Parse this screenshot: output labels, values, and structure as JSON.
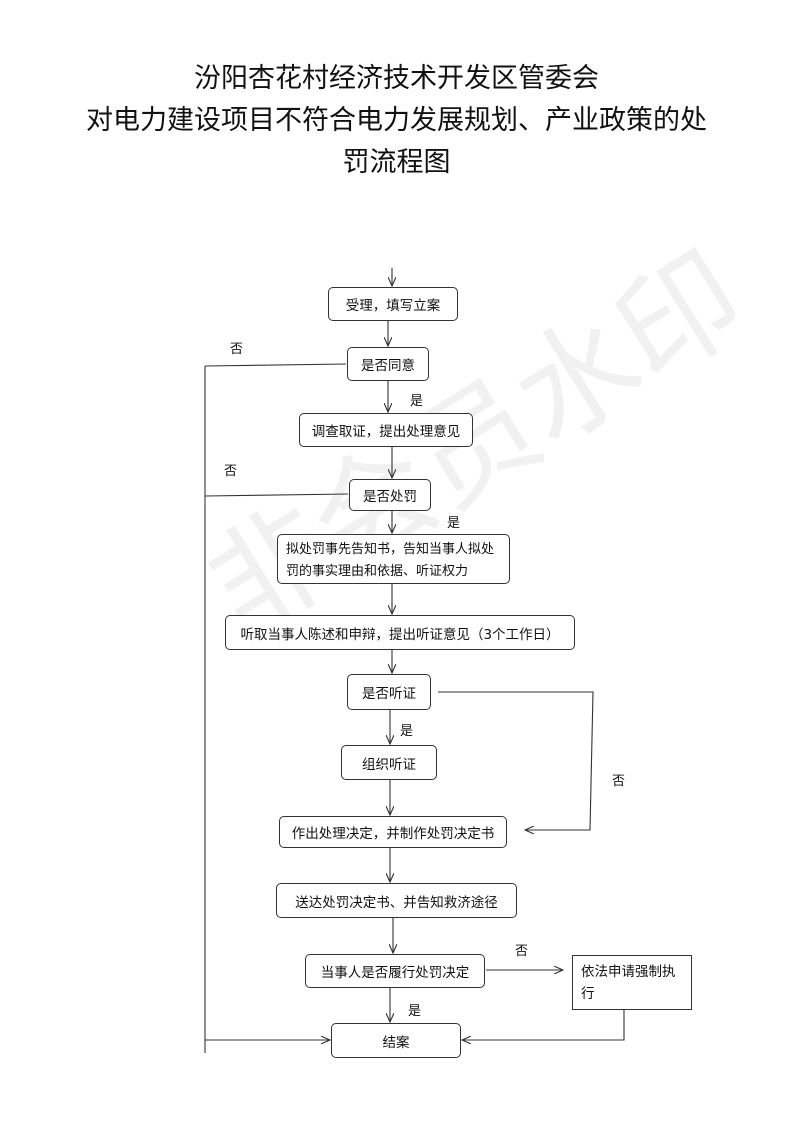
{
  "title": {
    "line1": "汾阳杏花村经济技术开发区管委会",
    "line2": "对电力建设项目不符合电力发展规划、产业政策的处",
    "line3": "罚流程图"
  },
  "watermark": "非会员水印",
  "flowchart": {
    "nodes": {
      "accept": "受理，填写立案",
      "agree_q": "是否同意",
      "investigate": "调查取证，提出处理意见",
      "punish_q": "是否处罚",
      "notify": "拟处罚事先告知书，告知当事人拟处罚的事实理由和依据、听证权力",
      "hear": "听取当事人陈述和申辩，提出听证意见（3个工作日）",
      "hearing_q": "是否听证",
      "organize": "组织听证",
      "decision": "作出处理决定，并制作处罚决定书",
      "deliver": "送达处罚决定书、并告知救济途径",
      "comply_q": "当事人是否履行处罚决定",
      "enforce": "依法申请强制执行",
      "close": "结案"
    },
    "labels": {
      "no": "否",
      "yes": "是"
    }
  }
}
